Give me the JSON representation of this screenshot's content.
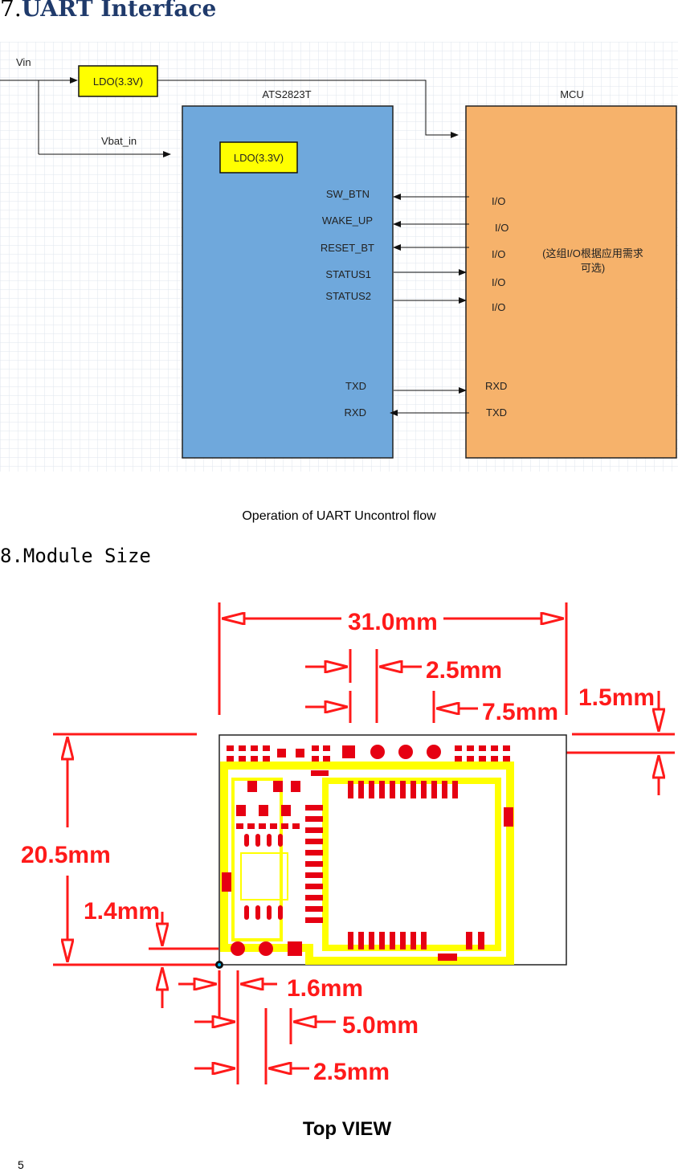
{
  "section7": {
    "number": "7.",
    "title": "UART Interface"
  },
  "block_diagram": {
    "vin": "Vin",
    "vbat_in": "Vbat_in",
    "ldo_external": "LDO(3.3V)",
    "ldo_internal": "LDO(3.3V)",
    "ats_title": "ATS2823T",
    "mcu_title": "MCU",
    "ats_pins": [
      "SW_BTN",
      "WAKE_UP",
      "RESET_BT",
      "STATUS1",
      "STATUS2",
      "TXD",
      "RXD"
    ],
    "mcu_pins": [
      "I/O",
      "I/O",
      "I/O",
      "I/O",
      "I/O",
      "RXD",
      "TXD"
    ],
    "mcu_note_line1": "(这组I/O根据应用需求",
    "mcu_note_line2": "可选)",
    "colors": {
      "ats_fill": "#6fa8dc",
      "mcu_fill": "#f6b26b",
      "ldo_fill": "#ffff00",
      "grid": "#dfe6ee"
    }
  },
  "caption1": "Operation of UART Uncontrol flow",
  "section8": {
    "number": "8.",
    "title": "Module Size"
  },
  "dimensions": {
    "width_total": "31.0mm",
    "d_2_5_top": "2.5mm",
    "d_7_5": "7.5mm",
    "d_1_5": "1.5mm",
    "height_total": "20.5mm",
    "d_1_4": "1.4mm",
    "d_1_6": "1.6mm",
    "d_5_0": "5.0mm",
    "d_2_5_bottom": "2.5mm",
    "colors": {
      "dimension": "#ff1a1a",
      "trace": "#ffff00",
      "pad": "#e60012"
    }
  },
  "caption2": "Top VIEW",
  "page_number": "5"
}
